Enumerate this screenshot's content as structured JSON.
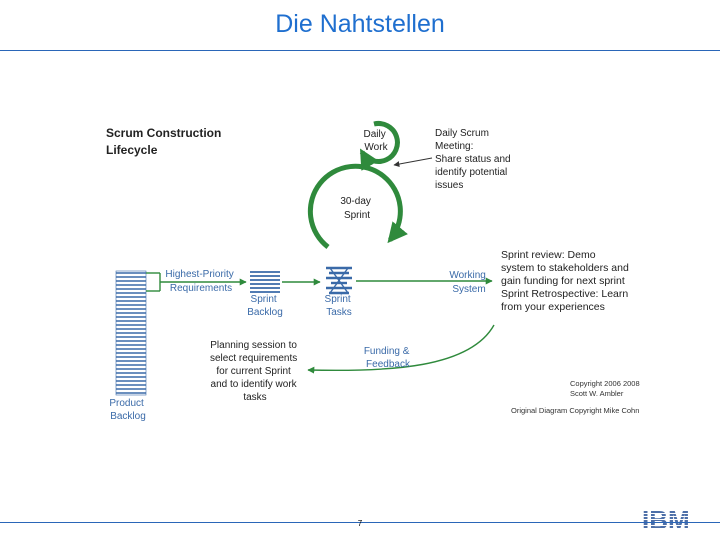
{
  "slide": {
    "title": "Die Nahtstellen",
    "page_number": "7"
  },
  "diagram": {
    "heading": [
      "Scrum Construction",
      "Lifecycle"
    ],
    "daily_work": [
      "Daily",
      "Work"
    ],
    "daily_scrum": [
      "Daily Scrum",
      "Meeting:",
      "Share status and",
      "identify potential",
      "issues"
    ],
    "sprint_cycle": [
      "30-day",
      "Sprint"
    ],
    "highest_priority": [
      "Highest-Priority",
      "Requirements"
    ],
    "sprint_backlog": [
      "Sprint",
      "Backlog"
    ],
    "sprint_tasks": [
      "Sprint",
      "Tasks"
    ],
    "working_system": [
      "Working",
      "System"
    ],
    "sprint_review": [
      "Sprint review: Demo",
      "system to stakeholders and",
      "gain funding for next sprint",
      "Sprint Retrospective: Learn",
      "from your experiences"
    ],
    "funding": [
      "Funding &",
      "Feedback"
    ],
    "planning": [
      "Planning session to",
      "select requirements",
      "for current Sprint",
      "and to identify work",
      "tasks"
    ],
    "product_backlog": [
      "Product",
      "Backlog"
    ],
    "copyright": [
      "Copyright 2006 2008",
      "Scott W. Ambler"
    ],
    "original": "Original Diagram Copyright Mike Cohn",
    "colors": {
      "title": "#1f6fcf",
      "green": "#2f8a3c",
      "blue": "#3a6aa8",
      "rule": "#2a66b8"
    }
  },
  "logo": {
    "text": "IBM"
  }
}
